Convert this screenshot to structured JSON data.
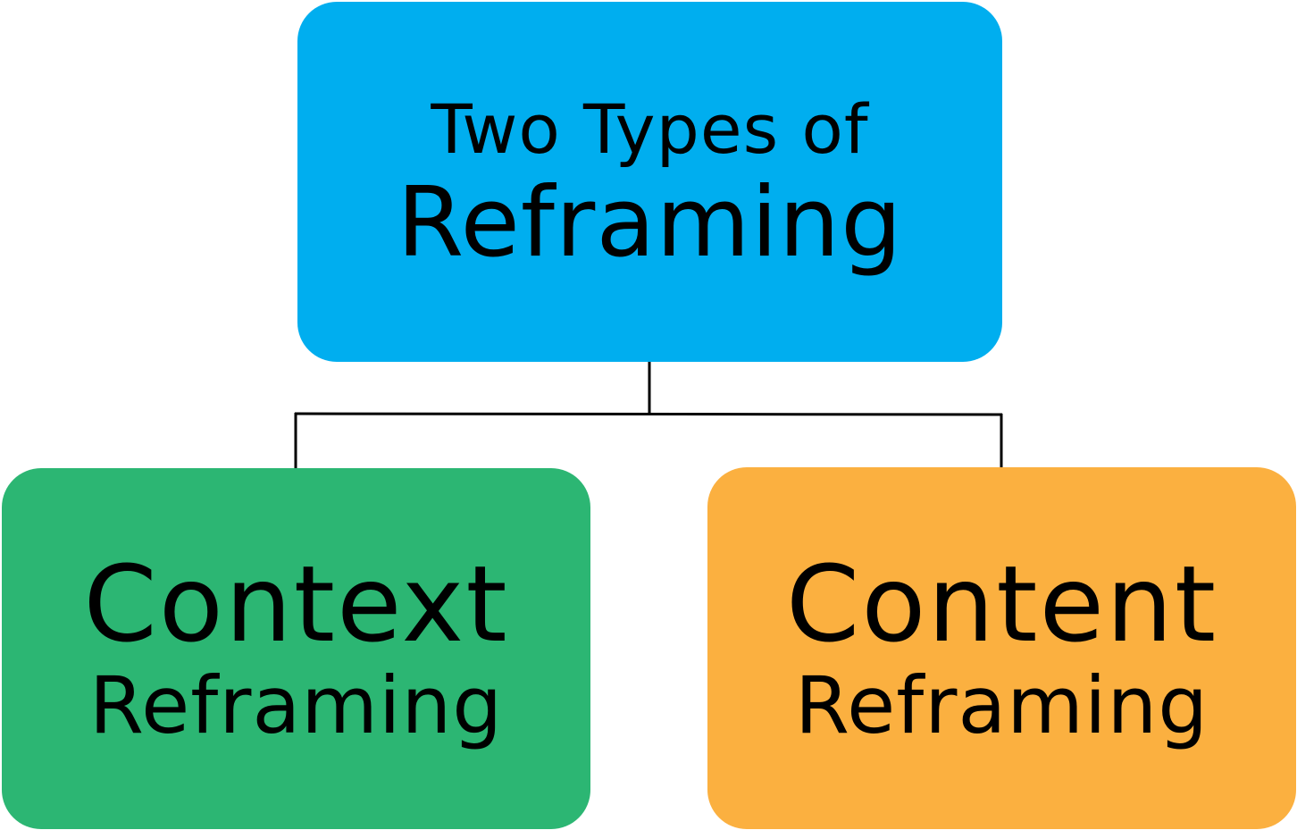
{
  "root": {
    "line1": "Two Types of",
    "line2": "Reframing",
    "color": "#00aeef"
  },
  "left": {
    "line1": "Context",
    "line2": "Reframing",
    "color": "#2cb673"
  },
  "right": {
    "line1": "Content",
    "line2": "Reframing",
    "color": "#fbb040"
  },
  "connector_color": "#000000"
}
